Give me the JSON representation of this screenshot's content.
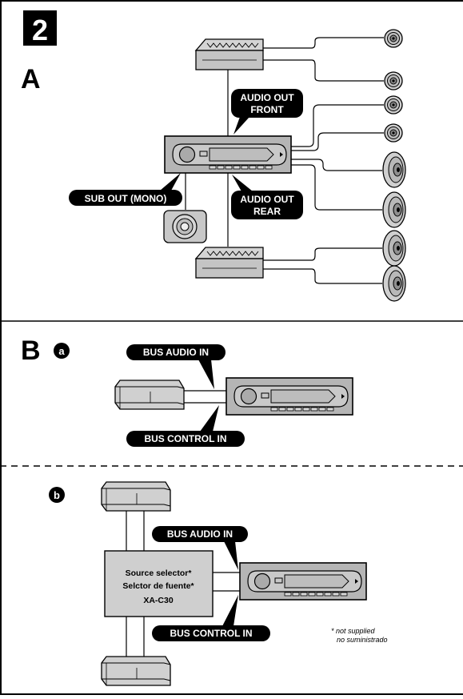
{
  "figure_number": "2",
  "sections": {
    "a": {
      "letter": "A",
      "labels": {
        "audio_out_front_l1": "AUDIO OUT",
        "audio_out_front_l2": "FRONT",
        "audio_out_rear_l1": "AUDIO OUT",
        "audio_out_rear_l2": "REAR",
        "sub_out": "SUB OUT (MONO)"
      }
    },
    "b": {
      "letter": "B",
      "sub_a": {
        "badge": "a",
        "bus_audio_in": "BUS AUDIO IN",
        "bus_control_in": "BUS CONTROL IN"
      },
      "sub_b": {
        "badge": "b",
        "bus_audio_in": "BUS AUDIO IN",
        "bus_control_in": "BUS CONTROL IN",
        "selector_line1": "Source selector*",
        "selector_line2": "Selctor de fuente*",
        "selector_line3": "XA-C30",
        "note_line1": "* not supplied",
        "note_line2": "no suministrado"
      }
    }
  },
  "colors": {
    "unit_body": "#b5b5b5",
    "dark": "#000000",
    "selector_fill": "#cfcfcf"
  },
  "icons": [
    "car-stereo-unit-icon",
    "amplifier-icon",
    "tweeter-speaker-icon",
    "oval-speaker-icon",
    "subwoofer-icon",
    "cd-changer-icon"
  ]
}
